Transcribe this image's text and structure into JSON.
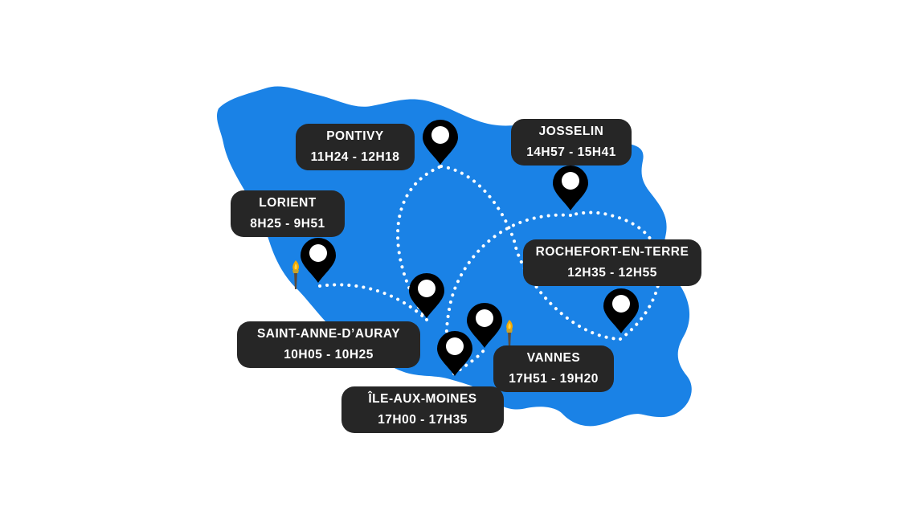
{
  "map": {
    "region_color": "#1a82e6",
    "pin_color": "#000000",
    "route_color": "#ffffff",
    "label_bg": "#262626",
    "label_text_color": "#ffffff",
    "torch_icon": "torch-icon",
    "stops": [
      {
        "id": "pontivy",
        "city": "PONTIVY",
        "time": "11H24 - 12H18"
      },
      {
        "id": "josselin",
        "city": "JOSSELIN",
        "time": "14H57 - 15H41"
      },
      {
        "id": "lorient",
        "city": "LORIENT",
        "time": "8H25 - 9H51"
      },
      {
        "id": "rochefort",
        "city": "ROCHEFORT-EN-TERRE",
        "time": "12H35 - 12H55"
      },
      {
        "id": "saint-anne",
        "city": "SAINT-ANNE-D’AURAY",
        "time": "10H05 - 10H25"
      },
      {
        "id": "vannes",
        "city": "VANNES",
        "time": "17H51 - 19H20"
      },
      {
        "id": "ile-aux-moines",
        "city": "ÎLE-AUX-MOINES",
        "time": "17H00 - 17H35"
      }
    ]
  }
}
